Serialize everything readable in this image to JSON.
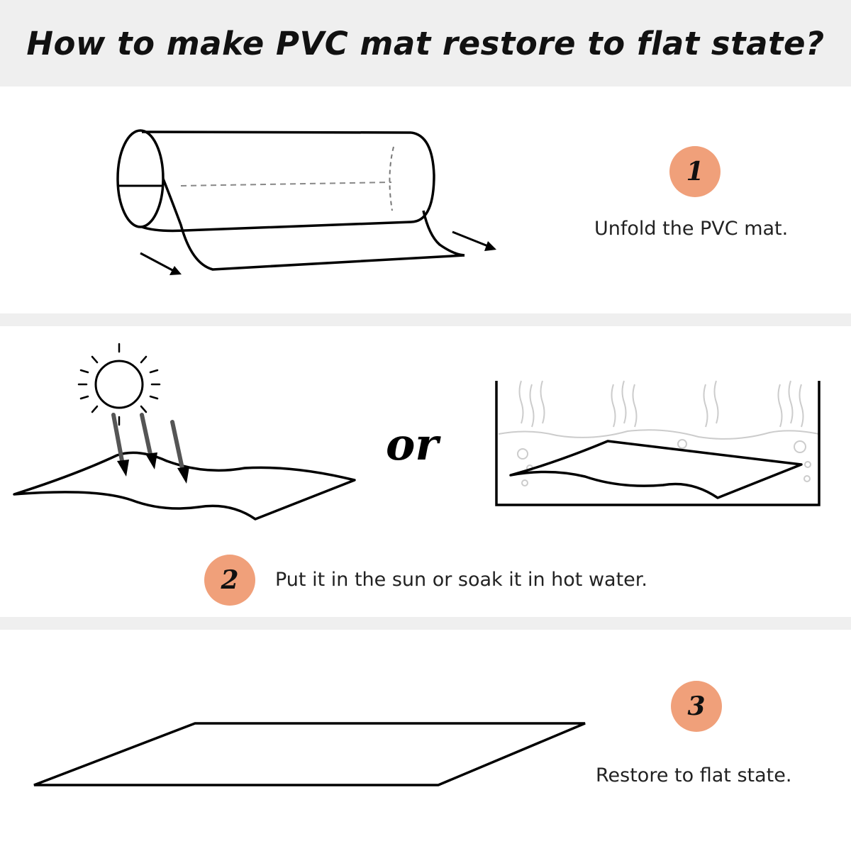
{
  "header": {
    "title": "How to make PVC mat restore to flat state?"
  },
  "colors": {
    "badge": "#f0a07a",
    "header_bg": "#efefef",
    "ink": "#000000"
  },
  "steps": [
    {
      "number": "1",
      "text": "Unfold the PVC mat.",
      "icon": "rolled-mat-illustration"
    },
    {
      "number": "2",
      "text": "Put it in the sun or soak it in hot water.",
      "icon": "sun-or-hot-water-illustration"
    },
    {
      "number": "3",
      "text": "Restore to flat state.",
      "icon": "flat-mat-illustration"
    }
  ],
  "connector": "or"
}
